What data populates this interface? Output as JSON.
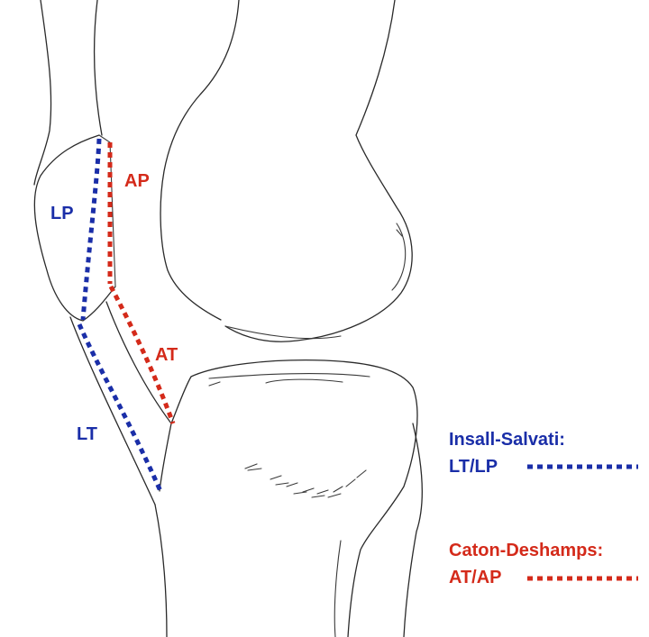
{
  "colors": {
    "blue": "#1a2ea8",
    "red": "#d42a1a",
    "outline": "#2a2a2a"
  },
  "labels": {
    "lp": "LP",
    "ap": "AP",
    "at": "AT",
    "lt": "LT"
  },
  "legend": {
    "insall": {
      "title": "Insall-Salvati:",
      "ratio": "LT/LP"
    },
    "caton": {
      "title": "Caton-Deshamps:",
      "ratio": "AT/AP"
    }
  }
}
